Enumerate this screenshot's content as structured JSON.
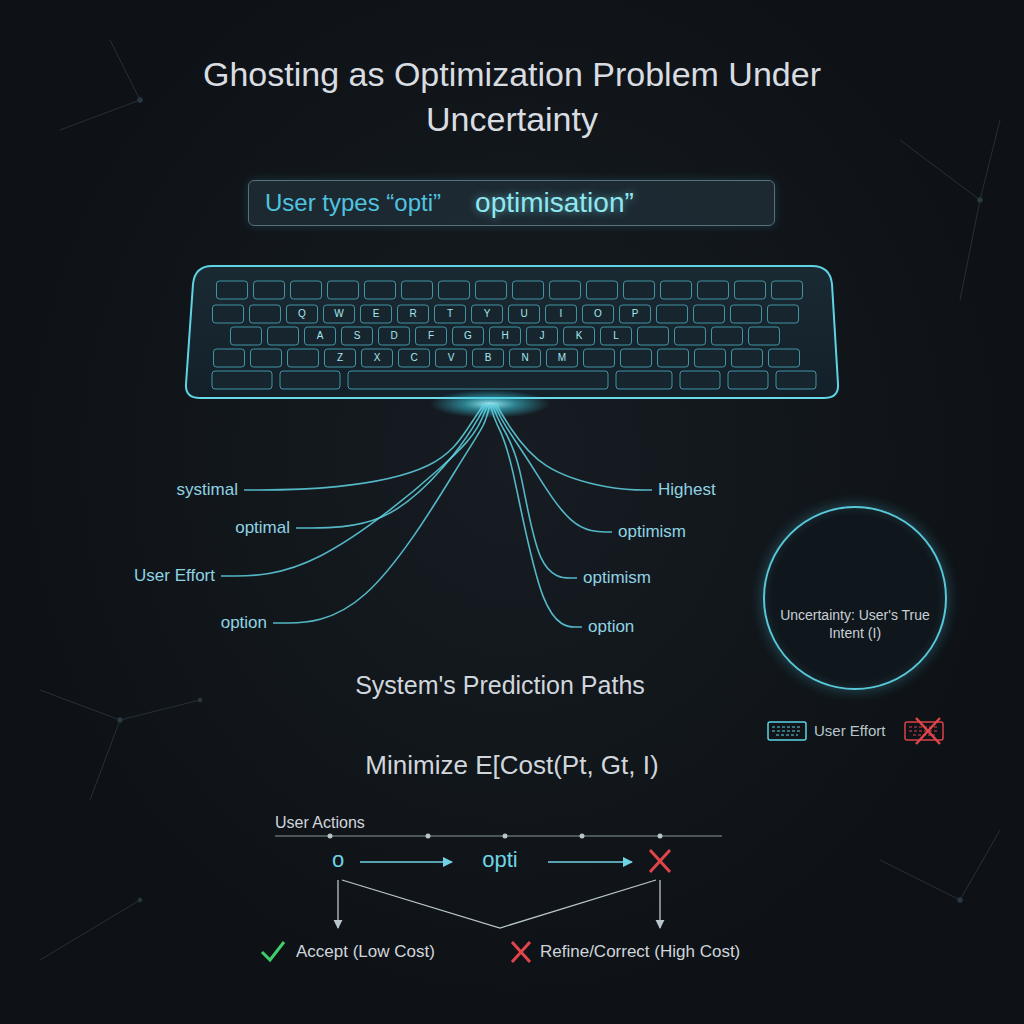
{
  "diagram": {
    "title": "Ghosting as Optimization Problem Under Uncertainty",
    "nodes": [
      {
        "text": [
          "User types “opti”",
          "optimisation”"
        ]
      },
      {
        "text": [
          "Uncertainty: User's True Intent (I)"
        ]
      }
    ],
    "labels": [
      "systimal",
      "optimal",
      "User Effort",
      "option",
      "Highest",
      "optimism",
      "optimism",
      "option",
      "System's Prediction Paths",
      "Minimize E[Cost(Pt, Gt, I)",
      "User Actions",
      "o",
      "opti",
      "Accept (Low Cost)",
      "Refine/Correct (High Cost)",
      "Q",
      "W",
      "E",
      "R",
      "T",
      "Y",
      "U",
      "I",
      "O",
      "P",
      "A",
      "S",
      "D",
      "F",
      "G",
      "H",
      "J",
      "K",
      "L",
      "Z",
      "X",
      "C",
      "V",
      "B",
      "N",
      "M"
    ],
    "legend": [
      {
        "text": "User Effort"
      }
    ]
  }
}
